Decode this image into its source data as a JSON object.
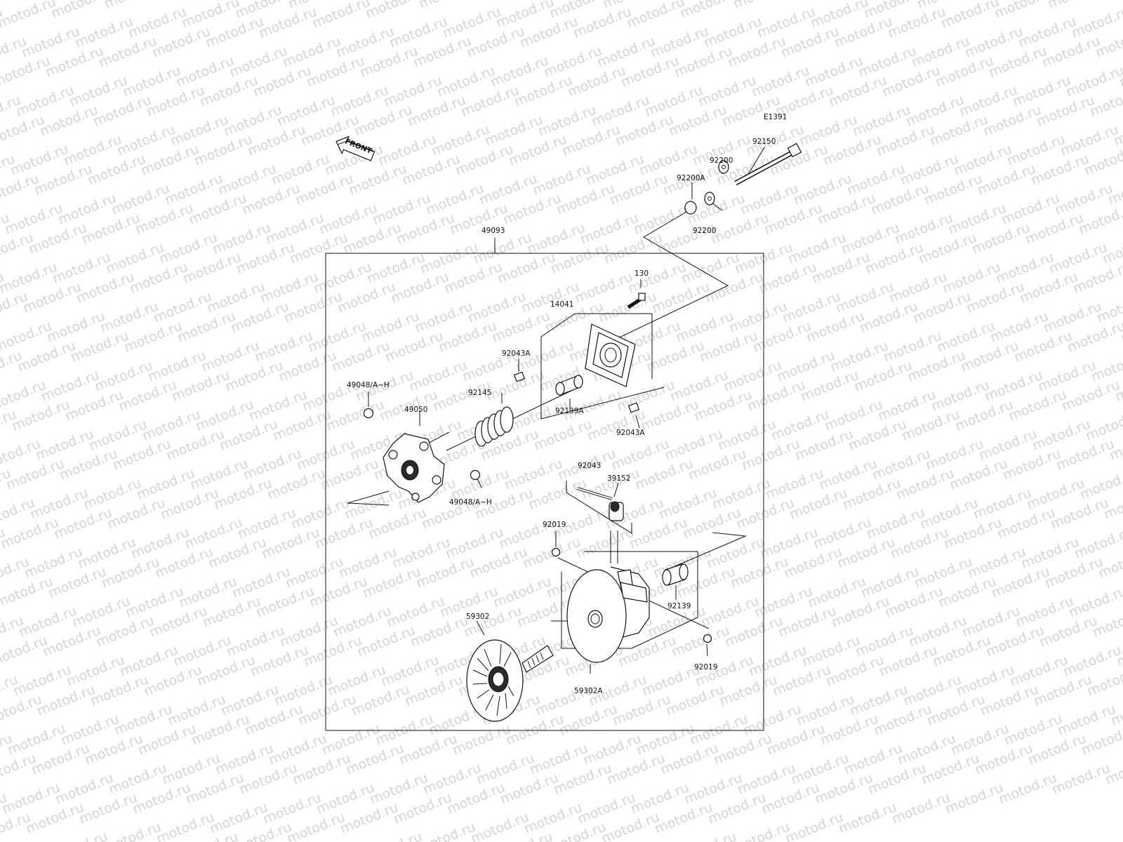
{
  "watermark": "motod.ru",
  "diagram_code": "E1391",
  "front_label": "FRONT",
  "labels": {
    "p92150": "92150",
    "p92200_top": "92200",
    "p92200a": "92200A",
    "p92200_bottom": "92200",
    "p49093": "49093",
    "p130": "130",
    "p14041": "14041",
    "p92043a_top": "92043A",
    "p92145": "92145",
    "p92139a": "92139A",
    "p92043a_bottom": "92043A",
    "p49048_top": "49048/A~H",
    "p49050": "49050",
    "p49048_bottom": "49048/A~H",
    "p92043": "92043",
    "p39152": "39152",
    "p92019_top": "92019",
    "p92139": "92139",
    "p59302": "59302",
    "p92019_bottom": "92019",
    "p59302a": "59302A"
  }
}
